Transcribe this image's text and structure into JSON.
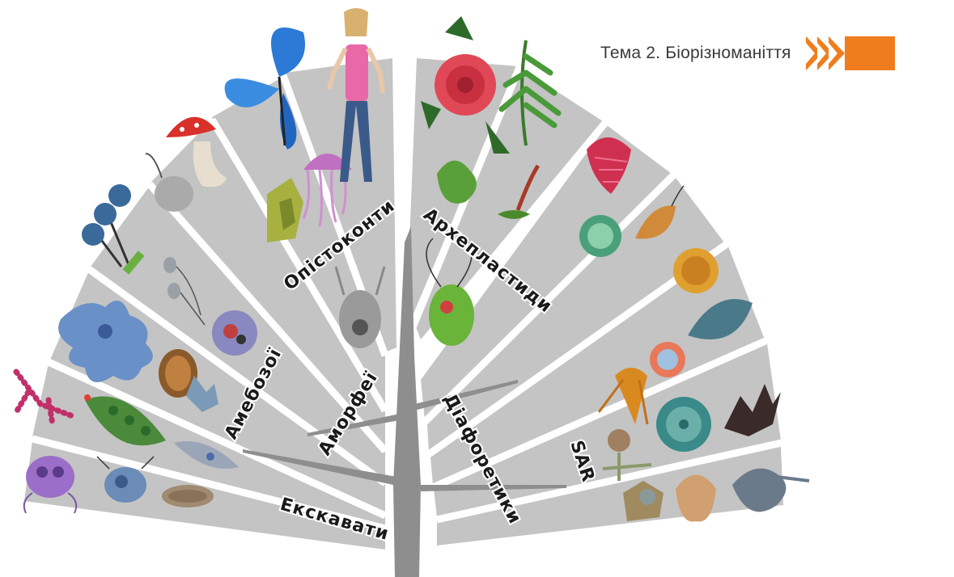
{
  "header": {
    "title": "Тема 2. Біорізноманіття",
    "accent_color": "#f07d1d"
  },
  "diagram": {
    "branch_color": "#c4c4c4",
    "trunk_color": "#8e8e8e",
    "groups": [
      {
        "key": "excavates",
        "label": "Екскавати"
      },
      {
        "key": "amoebozoa",
        "label": "Амебозої"
      },
      {
        "key": "amorphea",
        "label": "Аморфеї"
      },
      {
        "key": "opisthokonts",
        "label": "Опістоконти"
      },
      {
        "key": "archaeplastida",
        "label": "Архепластиди"
      },
      {
        "key": "diaphoretickes",
        "label": "Діафоретики"
      },
      {
        "key": "sar",
        "label": "SAR"
      }
    ],
    "organisms": [
      "giardia-icon",
      "trichomonas-icon",
      "diplomonad-icon",
      "euglena-icon",
      "trypanosoma-icon",
      "slime-mold-icon",
      "amoeba-icon",
      "shelled-amoeba-icon",
      "amoeba-pseudopod-icon",
      "fruiting-body-icon",
      "sperm-cells-icon",
      "blood-cell-icon",
      "chytrid-icon",
      "mushroom-icon",
      "butterfly-icon",
      "sponge-icon",
      "jellyfish-icon",
      "human-icon",
      "choanoflagellate-icon",
      "rose-icon",
      "fern-icon",
      "moss-icon",
      "hornwort-icon",
      "chlamydomonas-icon",
      "red-alga-icon",
      "desmid-icon",
      "dinoflagellate-icon",
      "coccolith-icon",
      "paramecium-icon",
      "ciliate-icon",
      "foraminifera-icon",
      "diatom-icon",
      "brown-alga-icon",
      "radiolarian-icon",
      "heliozoan-icon",
      "oomycete-icon"
    ]
  }
}
